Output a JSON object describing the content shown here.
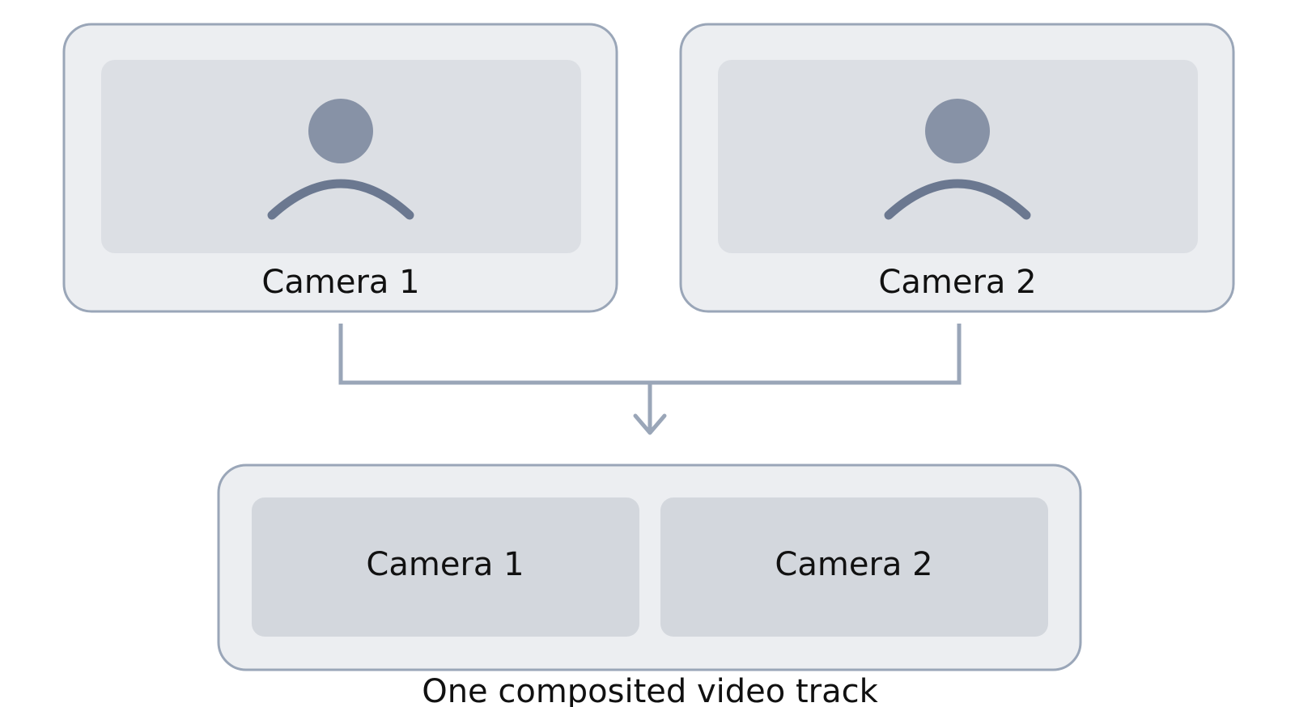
{
  "sources": [
    {
      "label": "Camera 1",
      "icon": "person-icon"
    },
    {
      "label": "Camera 2",
      "icon": "person-icon"
    }
  ],
  "composite": {
    "tiles": [
      {
        "label": "Camera 1"
      },
      {
        "label": "Camera 2"
      }
    ],
    "caption": "One composited video track"
  },
  "colors": {
    "frame_fill": "#eceef1",
    "frame_stroke": "#9aa6b8",
    "screen_fill": "#dcdfe4",
    "tile_fill": "#d3d7dd",
    "person_head": "#8792a6",
    "person_body": "#6b7890",
    "connector": "#9aa6b8"
  }
}
